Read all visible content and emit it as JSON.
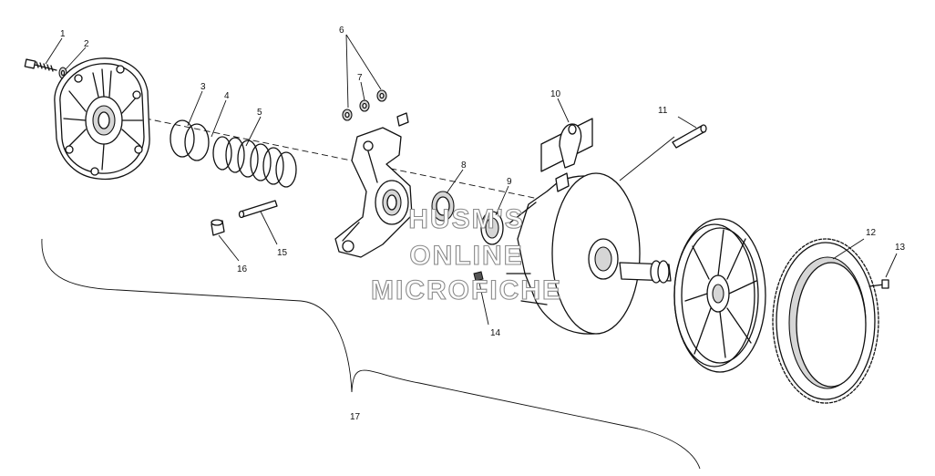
{
  "diagram": {
    "callouts": [
      "1",
      "2",
      "3",
      "4",
      "5",
      "6",
      "7",
      "8",
      "9",
      "10",
      "11",
      "12",
      "13",
      "14",
      "15",
      "16",
      "17"
    ],
    "watermark": [
      "HUSM'S",
      "ONLINE",
      "MICROFICHE"
    ]
  }
}
